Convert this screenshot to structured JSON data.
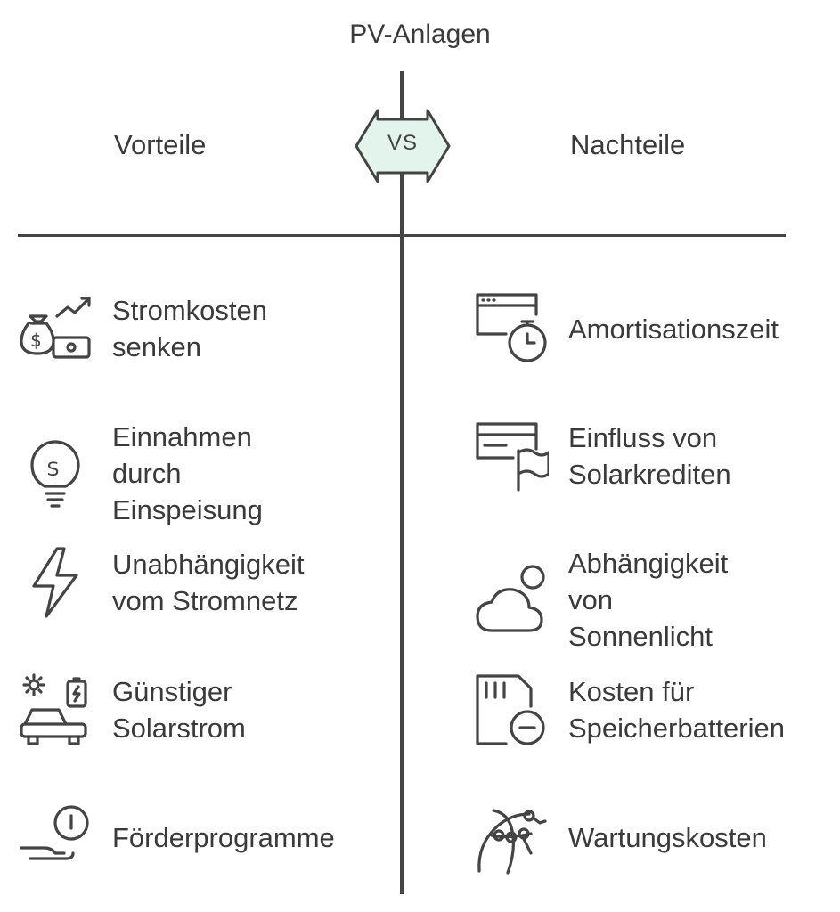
{
  "title": "PV-Anlagen",
  "vs_label": "VS",
  "colors": {
    "badge_fill": "#E3F4EC",
    "line": "#444444"
  },
  "left": {
    "heading": "Vorteile",
    "items": [
      {
        "label": "Stromkosten\nsenken",
        "icon": "money-bag-growth-icon"
      },
      {
        "label": "Einnahmen\ndurch\nEinspeisung",
        "icon": "dollar-lightbulb-icon"
      },
      {
        "label": "Unabhängigkeit\nvom Stromnetz",
        "icon": "lightning-icon"
      },
      {
        "label": "Günstiger\nSolarstrom",
        "icon": "solar-car-battery-icon"
      },
      {
        "label": "Förderprogramme",
        "icon": "hand-coin-icon"
      }
    ]
  },
  "right": {
    "heading": "Nachteile",
    "items": [
      {
        "label": "Amortisationszeit",
        "icon": "window-stopwatch-icon"
      },
      {
        "label": "Einfluss von\nSolarkrediten",
        "icon": "card-flag-icon"
      },
      {
        "label": "Abhängigkeit\nvon\nSonnenlicht",
        "icon": "cloud-sun-icon"
      },
      {
        "label": "Kosten für\nSpeicherbatterien",
        "icon": "sdcard-minus-icon"
      },
      {
        "label": "Wartungskosten",
        "icon": "network-nodes-icon"
      }
    ]
  }
}
